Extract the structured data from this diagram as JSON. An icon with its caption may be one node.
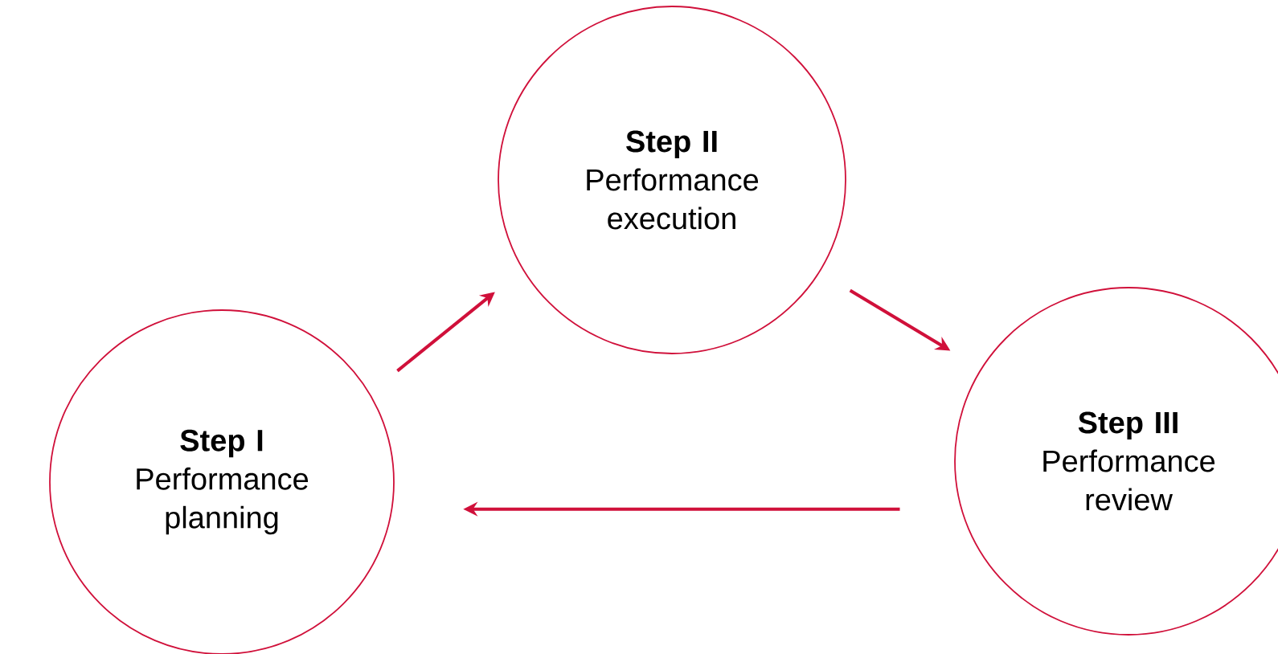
{
  "diagram": {
    "nodes": [
      {
        "text": [
          "Step I",
          "Performance planning"
        ]
      },
      {
        "text": [
          "Step II",
          "Performance execution"
        ]
      },
      {
        "text": [
          "Step III",
          "Performance review"
        ]
      }
    ],
    "edges": [
      {
        "from": 0,
        "to": 1,
        "arrow": "to"
      },
      {
        "from": 1,
        "to": 2,
        "arrow": "to"
      },
      {
        "from": 2,
        "to": 0,
        "arrow": "to"
      }
    ]
  }
}
